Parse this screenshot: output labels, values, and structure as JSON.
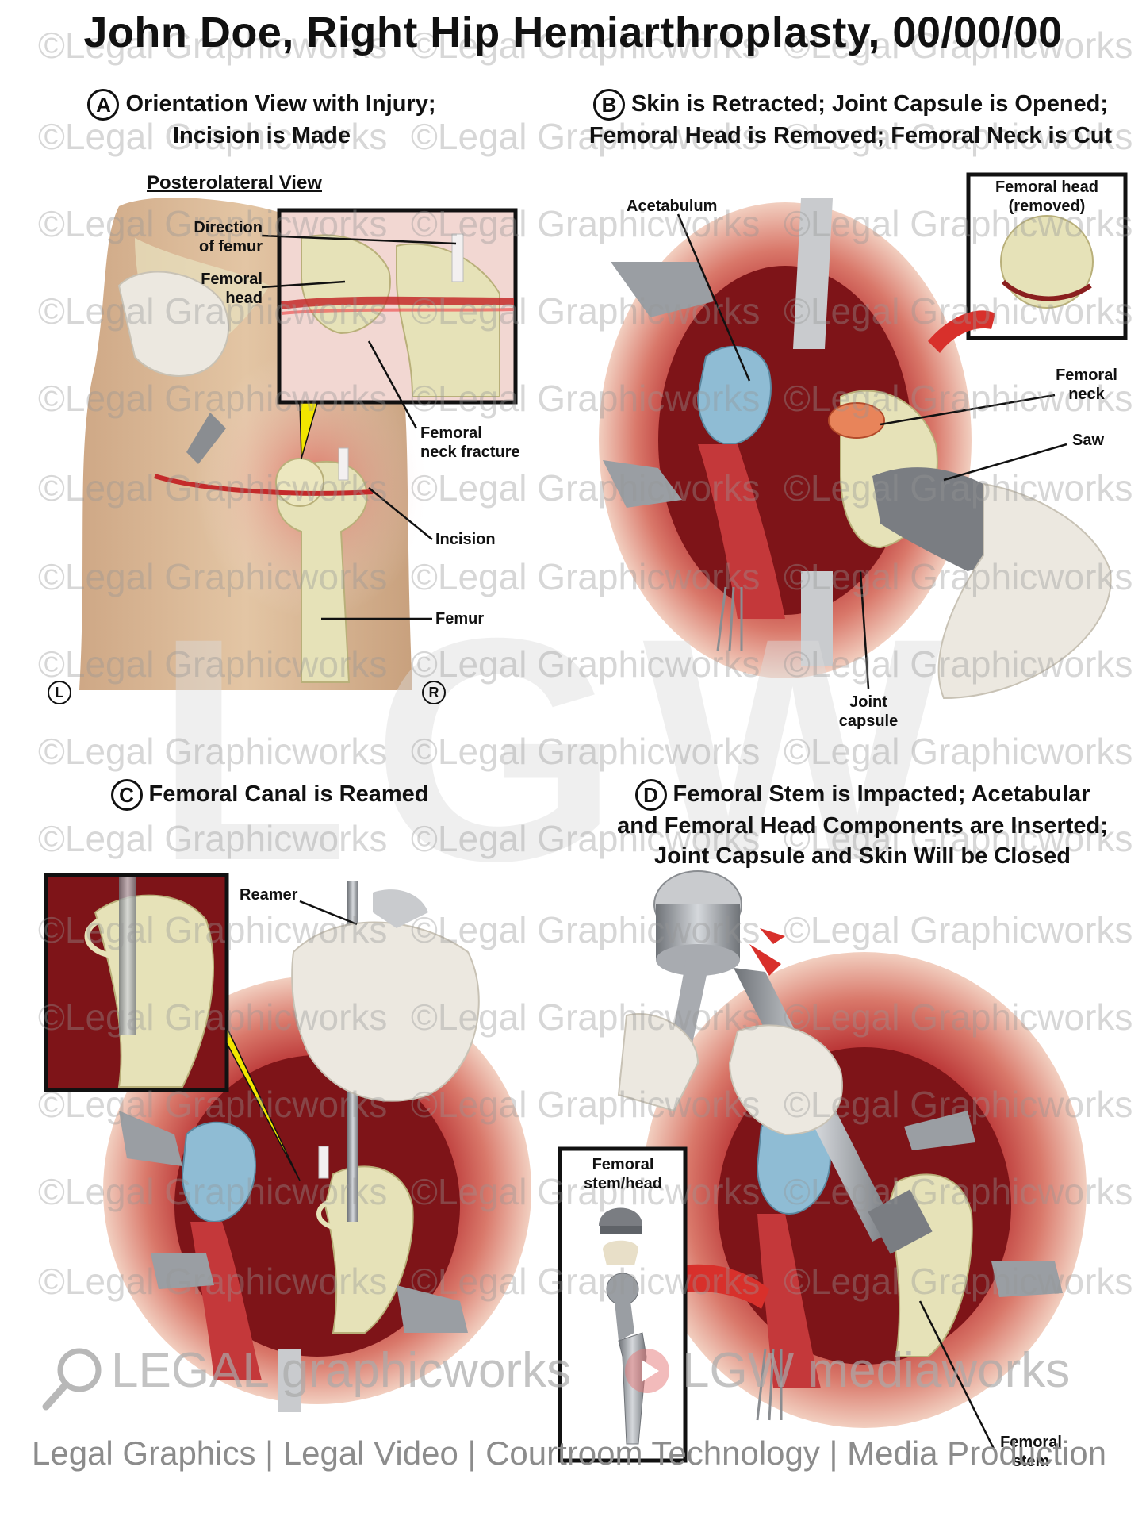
{
  "title": "John Doe, Right Hip Hemiarthroplasty, 00/00/00",
  "panels": {
    "a": {
      "letter": "A",
      "title_line1": "Orientation View with Injury;",
      "title_line2": "Incision is Made",
      "subtitle": "Posterolateral View",
      "labels": {
        "direction_line1": "Direction",
        "direction_line2": "of femur",
        "femoral_head_line1": "Femoral",
        "femoral_head_line2": "head",
        "neck_fracture_line1": "Femoral",
        "neck_fracture_line2": "neck fracture",
        "incision": "Incision",
        "femur": "Femur",
        "left_marker": "L",
        "right_marker": "R"
      }
    },
    "b": {
      "letter": "B",
      "title_line1": "Skin is Retracted; Joint Capsule is Opened;",
      "title_line2": "Femoral Head is Removed; Femoral Neck is Cut",
      "labels": {
        "acetabulum": "Acetabulum",
        "removed_head_line1": "Femoral  head",
        "removed_head_line2": "(removed)",
        "femoral_neck_line1": "Femoral",
        "femoral_neck_line2": "neck",
        "saw": "Saw",
        "joint_capsule_line1": "Joint",
        "joint_capsule_line2": "capsule"
      }
    },
    "c": {
      "letter": "C",
      "title_line1": "Femoral Canal is Reamed",
      "labels": {
        "reamer": "Reamer"
      }
    },
    "d": {
      "letter": "D",
      "title_line1": "Femoral Stem is Impacted; Acetabular",
      "title_line2": "and Femoral Head Components are Inserted;",
      "title_line3": "Joint Capsule and Skin Will be Closed",
      "labels": {
        "stem_head_line1": "Femoral",
        "stem_head_line2": "stem/head",
        "femoral_stem_line1": "Femoral",
        "femoral_stem_line2": "stem"
      }
    }
  },
  "watermark": {
    "text": "©Legal Graphicworks",
    "big_letters": "LGW"
  },
  "footer": {
    "logo_left": "LEGAL graphicworks",
    "logo_right": "LGW mediaworks",
    "tagline": "Legal Graphics | Legal Video | Courtroom Technology | Media Production"
  },
  "colors": {
    "tissue_red": "#b3262a",
    "wound_pink": "#e6a08f",
    "bone": "#e6e2b8",
    "acetabulum_blue": "#8fbcd4",
    "skin": "#d8b48c",
    "glove": "#e8e4dc",
    "metal": "#9a9ea3",
    "highlight_yellow": "#f2e600"
  }
}
